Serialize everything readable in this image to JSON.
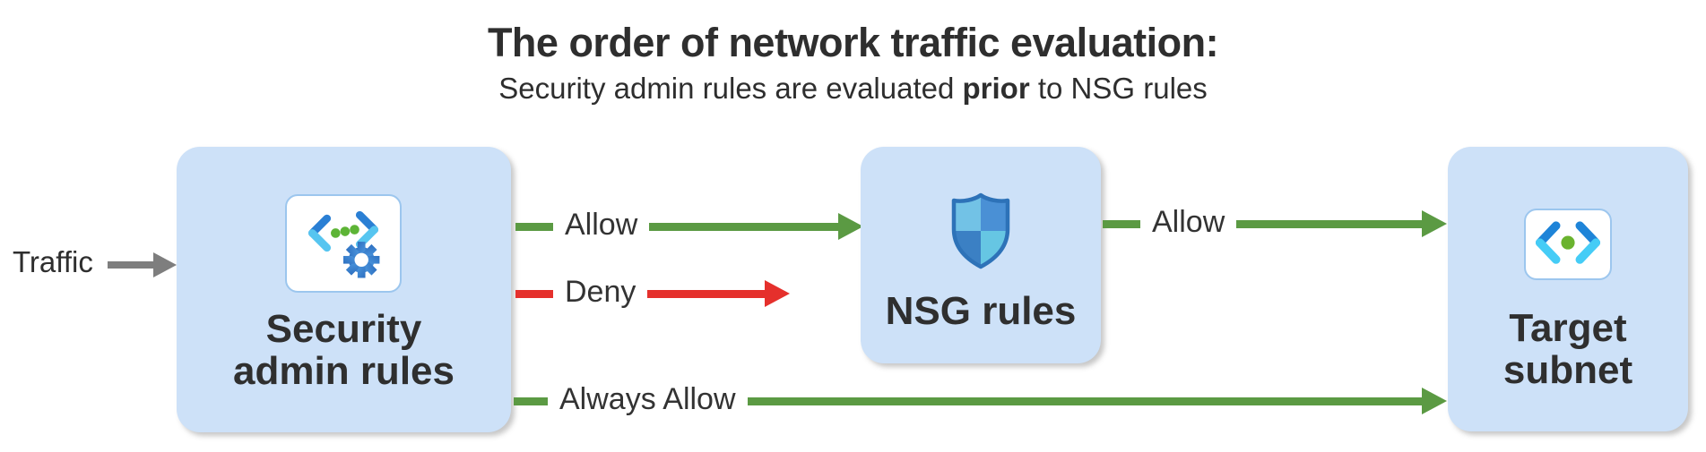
{
  "header": {
    "title": "The order of network traffic evaluation:",
    "subtitle": {
      "prefix": "Security admin rules are evaluated ",
      "emphasis": "prior",
      "suffix": " to NSG rules"
    }
  },
  "traffic_label": "Traffic",
  "nodes": {
    "security_admin": {
      "line1": "Security",
      "line2": "admin rules",
      "icon": "code-gear-icon"
    },
    "nsg": {
      "label": "NSG rules",
      "icon": "shield-icon"
    },
    "target_subnet": {
      "line1": "Target",
      "line2": "subnet",
      "icon": "code-dot-icon"
    }
  },
  "arrows": {
    "traffic_in": {
      "color": "#7e7e7e"
    },
    "allow_to_nsg": {
      "label": "Allow",
      "color": "#5b9a43"
    },
    "deny": {
      "label": "Deny",
      "color": "#e5302c"
    },
    "allow_to_target": {
      "label": "Allow",
      "color": "#5b9a43"
    },
    "always_allow": {
      "label": "Always Allow",
      "color": "#5b9a43"
    }
  },
  "colors": {
    "node_fill": "#cde1f8",
    "text": "#2e2e2e",
    "allow_green": "#5b9a43",
    "deny_red": "#e5302c",
    "traffic_gray": "#7e7e7e",
    "tile_border": "#9cc6ee"
  }
}
